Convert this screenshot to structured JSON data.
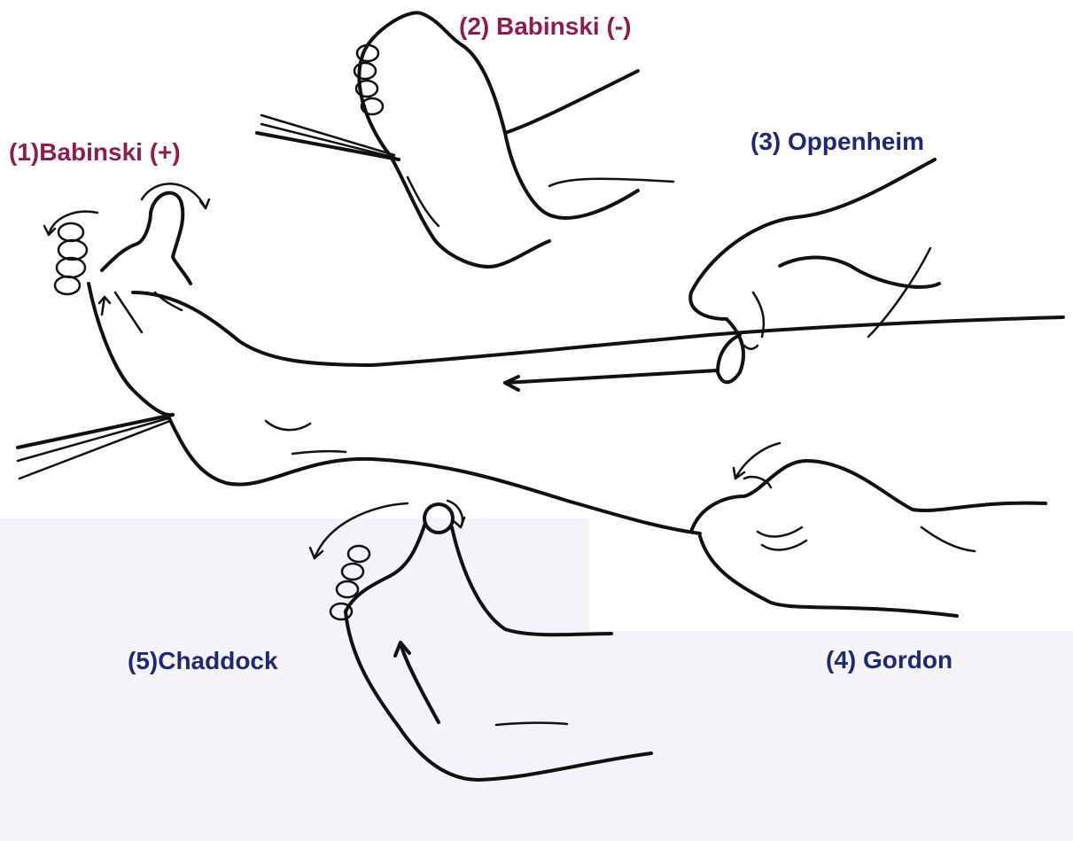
{
  "labels": {
    "babinski_pos": "(1)Babinski (+)",
    "babinski_neg": "(2) Babinski (-)",
    "oppenheim": "(3) Oppenheim",
    "gordon": "(4) Gordon",
    "chaddock": "(5)Chaddock"
  },
  "colors": {
    "label_maroon": "#8a1f4e",
    "label_navy": "#1f2a6e",
    "ink": "#111111",
    "panel_tint": "#f3f3f8"
  }
}
